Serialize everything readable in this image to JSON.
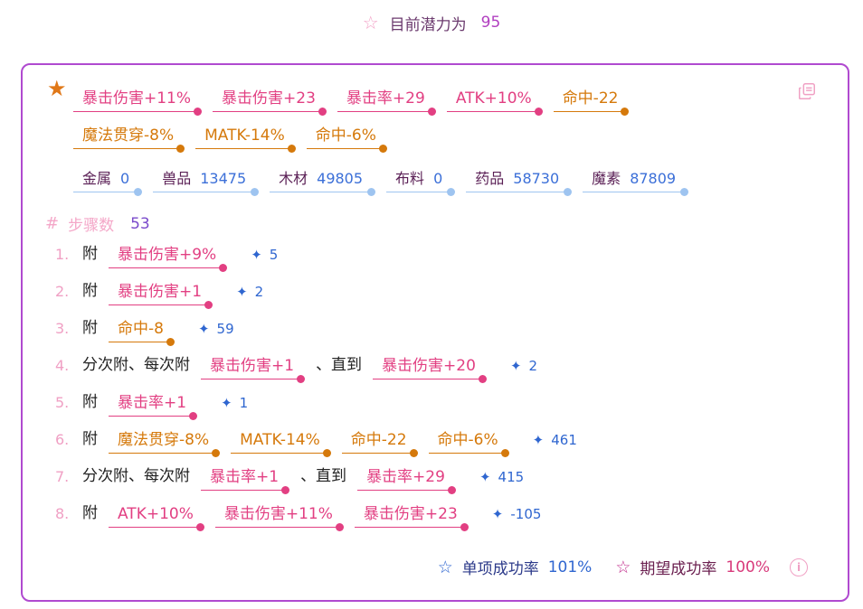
{
  "header": {
    "label": "目前潜力为",
    "value": "95"
  },
  "attributes_row1": [
    {
      "text": "暴击伤害+11%",
      "color": "pink"
    },
    {
      "text": "暴击伤害+23",
      "color": "pink"
    },
    {
      "text": "暴击率+29",
      "color": "pink"
    },
    {
      "text": "ATK+10%",
      "color": "pink"
    },
    {
      "text": "命中-22",
      "color": "orange"
    }
  ],
  "attributes_row2": [
    {
      "text": "魔法贯穿-8%",
      "color": "orange"
    },
    {
      "text": "MATK-14%",
      "color": "orange"
    },
    {
      "text": "命中-6%",
      "color": "orange"
    }
  ],
  "materials": [
    {
      "name": "金属",
      "value": "0"
    },
    {
      "name": "兽品",
      "value": "13475"
    },
    {
      "name": "木材",
      "value": "49805"
    },
    {
      "name": "布料",
      "value": "0"
    },
    {
      "name": "药品",
      "value": "58730"
    },
    {
      "name": "魔素",
      "value": "87809"
    }
  ],
  "steps_title": {
    "label": "步骤数",
    "count": "53"
  },
  "steps": [
    {
      "num": "1.",
      "parts": [
        {
          "w": "附"
        },
        {
          "t": "暴击伤害+9%",
          "c": "pink"
        }
      ],
      "spark": "5"
    },
    {
      "num": "2.",
      "parts": [
        {
          "w": "附"
        },
        {
          "t": "暴击伤害+1",
          "c": "pink"
        }
      ],
      "spark": "2"
    },
    {
      "num": "3.",
      "parts": [
        {
          "w": "附"
        },
        {
          "t": "命中-8",
          "c": "orange"
        }
      ],
      "spark": "59"
    },
    {
      "num": "4.",
      "parts": [
        {
          "w": "分次附、每次附"
        },
        {
          "t": "暴击伤害+1",
          "c": "pink"
        },
        {
          "w": "、直到"
        },
        {
          "t": "暴击伤害+20",
          "c": "pink"
        }
      ],
      "spark": "2"
    },
    {
      "num": "5.",
      "parts": [
        {
          "w": "附"
        },
        {
          "t": "暴击率+1",
          "c": "pink"
        }
      ],
      "spark": "1"
    },
    {
      "num": "6.",
      "parts": [
        {
          "w": "附"
        },
        {
          "t": "魔法贯穿-8%",
          "c": "orange"
        },
        {
          "t": "MATK-14%",
          "c": "orange"
        },
        {
          "t": "命中-22",
          "c": "orange"
        },
        {
          "t": "命中-6%",
          "c": "orange"
        }
      ],
      "spark": "461"
    },
    {
      "num": "7.",
      "parts": [
        {
          "w": "分次附、每次附"
        },
        {
          "t": "暴击率+1",
          "c": "pink"
        },
        {
          "w": "、直到"
        },
        {
          "t": "暴击率+29",
          "c": "pink"
        }
      ],
      "spark": "415"
    },
    {
      "num": "8.",
      "parts": [
        {
          "w": "附"
        },
        {
          "t": "ATK+10%",
          "c": "pink"
        },
        {
          "t": "暴击伤害+11%",
          "c": "pink"
        },
        {
          "t": "暴击伤害+23",
          "c": "pink"
        }
      ],
      "spark": "-105"
    }
  ],
  "footer": {
    "single_label": "单项成功率",
    "single_value": "101%",
    "expected_label": "期望成功率",
    "expected_value": "100%"
  },
  "icons": {
    "header": "star-outline-icon",
    "favorite": "star-filled-icon",
    "copy": "copy-icon",
    "steps": "hash-icon",
    "spark": "sparkle-icon",
    "info": "info-icon"
  },
  "colors": {
    "border": "#b04ad0",
    "pink": "#e23f82",
    "orange": "#d5790b",
    "blue": "#3b6fd8"
  }
}
